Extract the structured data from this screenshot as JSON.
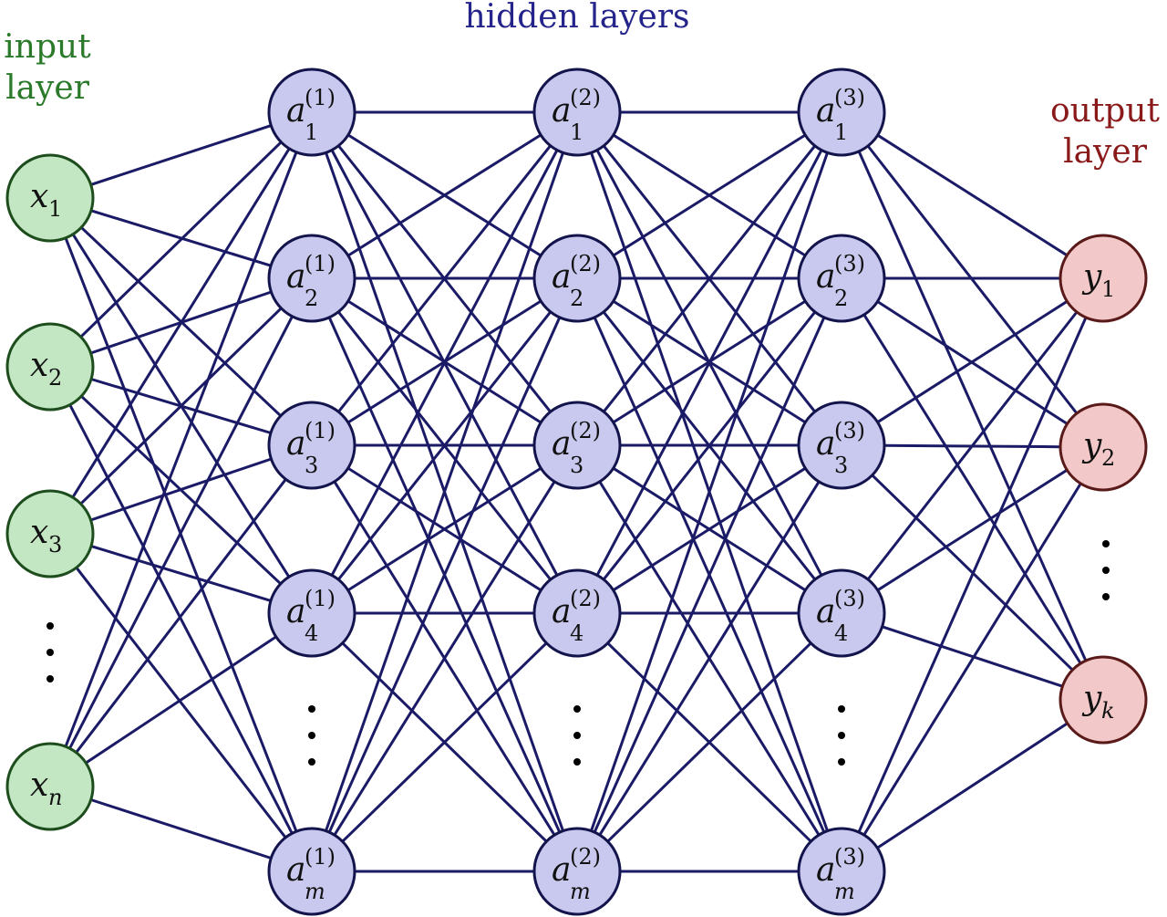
{
  "labels": {
    "input_line1": "input",
    "input_line2": "layer",
    "hidden": "hidden layers",
    "output_line1": "output",
    "output_line2": "layer"
  },
  "colors": {
    "edge": "#1a1a66",
    "input_fill": "#c3e6c3",
    "input_stroke": "#1d4d1d",
    "input_label": "#2a7a2a",
    "hidden_fill": "#c9c9ef",
    "hidden_stroke": "#14144d",
    "hidden_label": "#24248a",
    "output_fill": "#f3c8c8",
    "output_stroke": "#5a1a1a",
    "output_label": "#8a1a1a",
    "node_text": "#111111"
  },
  "layers": [
    {
      "id": "input",
      "nodes": [
        {
          "base": "x",
          "sub": "1"
        },
        {
          "base": "x",
          "sub": "2"
        },
        {
          "base": "x",
          "sub": "3"
        },
        {
          "base": "x",
          "sub": "n"
        }
      ]
    },
    {
      "id": "hidden-1",
      "nodes": [
        {
          "base": "a",
          "sup": "(1)",
          "sub": "1"
        },
        {
          "base": "a",
          "sup": "(1)",
          "sub": "2"
        },
        {
          "base": "a",
          "sup": "(1)",
          "sub": "3"
        },
        {
          "base": "a",
          "sup": "(1)",
          "sub": "4"
        },
        {
          "base": "a",
          "sup": "(1)",
          "sub": "m"
        }
      ]
    },
    {
      "id": "hidden-2",
      "nodes": [
        {
          "base": "a",
          "sup": "(2)",
          "sub": "1"
        },
        {
          "base": "a",
          "sup": "(2)",
          "sub": "2"
        },
        {
          "base": "a",
          "sup": "(2)",
          "sub": "3"
        },
        {
          "base": "a",
          "sup": "(2)",
          "sub": "4"
        },
        {
          "base": "a",
          "sup": "(2)",
          "sub": "m"
        }
      ]
    },
    {
      "id": "hidden-3",
      "nodes": [
        {
          "base": "a",
          "sup": "(3)",
          "sub": "1"
        },
        {
          "base": "a",
          "sup": "(3)",
          "sub": "2"
        },
        {
          "base": "a",
          "sup": "(3)",
          "sub": "3"
        },
        {
          "base": "a",
          "sup": "(3)",
          "sub": "4"
        },
        {
          "base": "a",
          "sup": "(3)",
          "sub": "m"
        }
      ]
    },
    {
      "id": "output",
      "nodes": [
        {
          "base": "y",
          "sub": "1"
        },
        {
          "base": "y",
          "sub": "2"
        },
        {
          "base": "y",
          "sub": "k"
        }
      ]
    }
  ]
}
